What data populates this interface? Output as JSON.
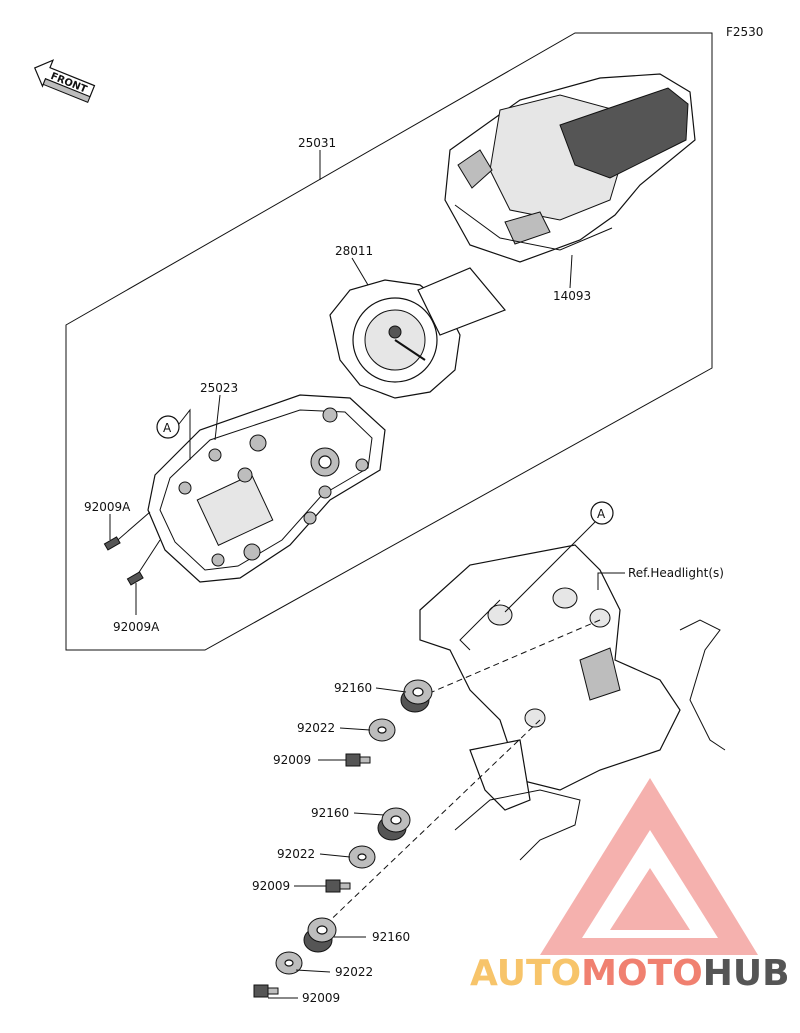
{
  "figure_code": "F2530",
  "front_label": "FRONT",
  "callout_a": "A",
  "callout_a2": "A",
  "ref_note": "Ref.Headlight(s)",
  "parts": {
    "p25031": "25031",
    "p28011": "28011",
    "p14093": "14093",
    "p25023": "25023",
    "p92009a_1": "92009A",
    "p92009a_2": "92009A",
    "p92160_1": "92160",
    "p92022_1": "92022",
    "p92009_1": "92009",
    "p92160_2": "92160",
    "p92022_2": "92022",
    "p92009_2": "92009",
    "p92160_3": "92160",
    "p92022_3": "92022",
    "p92009_3": "92009"
  },
  "watermark": {
    "auto": "AUTO",
    "moto": "MOTO",
    "hub": "HUB",
    "colors": {
      "auto": "#f7c46a",
      "moto": "#f08070",
      "hub": "#555555",
      "logo": "#f4a4a0"
    }
  }
}
